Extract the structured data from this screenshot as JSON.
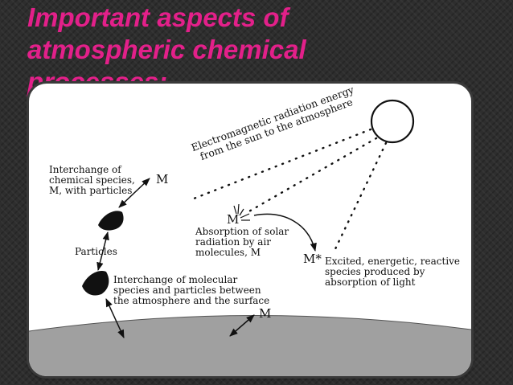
{
  "slide": {
    "title": "Important aspects of atmospheric chemical processes:"
  },
  "figure": {
    "radiation_label": {
      "line1": "Electromagnetic radiation energy",
      "line2": "from the sun to the atmosphere"
    },
    "interchange_particles_label": {
      "line1": "Interchange of",
      "line2": "chemical species,",
      "line3": "M, with particles"
    },
    "particles_label": "Particles",
    "surface_interchange_label": {
      "line1": "Interchange of molecular",
      "line2": "species and particles between",
      "line3": "the atmosphere and the surface"
    },
    "absorption_label": {
      "line1": "Absorption of solar",
      "line2": "radiation by air",
      "line3": "molecules, M"
    },
    "excited_label": {
      "line1": "Excited, energetic, reactive",
      "line2": "species produced by",
      "line3": "absorption of light"
    },
    "symbol_m_top": "M",
    "symbol_m_center": "M",
    "symbol_m_star": "M*",
    "symbol_m_bottom": "M"
  }
}
